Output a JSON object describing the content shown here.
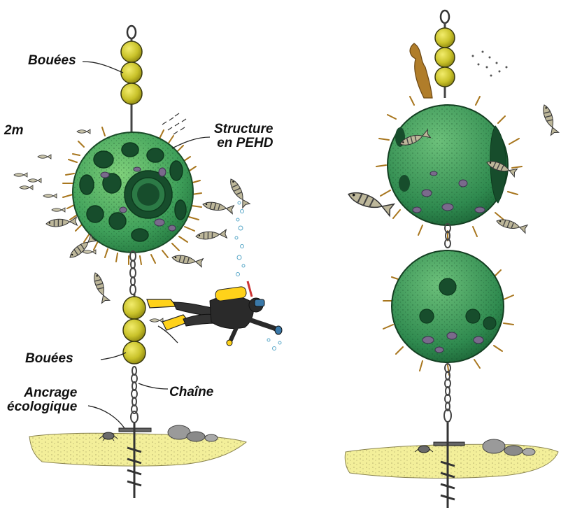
{
  "labels": {
    "bouees_top": "Bouées",
    "depth": "2m",
    "structure": "Structure\nen PEHD",
    "bouees_bottom": "Bouées",
    "chaine": "Chaîne",
    "ancrage": "Ancrage\nécologique"
  },
  "colors": {
    "buoy": "#c9c22a",
    "sphere": "#3fa05a",
    "sphere_light": "#7fd07a",
    "sand": "#f3ef9a",
    "weed": "#b07d2a",
    "fish": "#bdb79a",
    "rock": "#9a9a9a",
    "diver_accent": "#ffd21a"
  },
  "icons": [
    "buoy-icon",
    "fish-icon",
    "diver-icon",
    "seaweed-icon",
    "rock-icon",
    "crab-icon",
    "screw-anchor-icon",
    "chain-icon"
  ]
}
